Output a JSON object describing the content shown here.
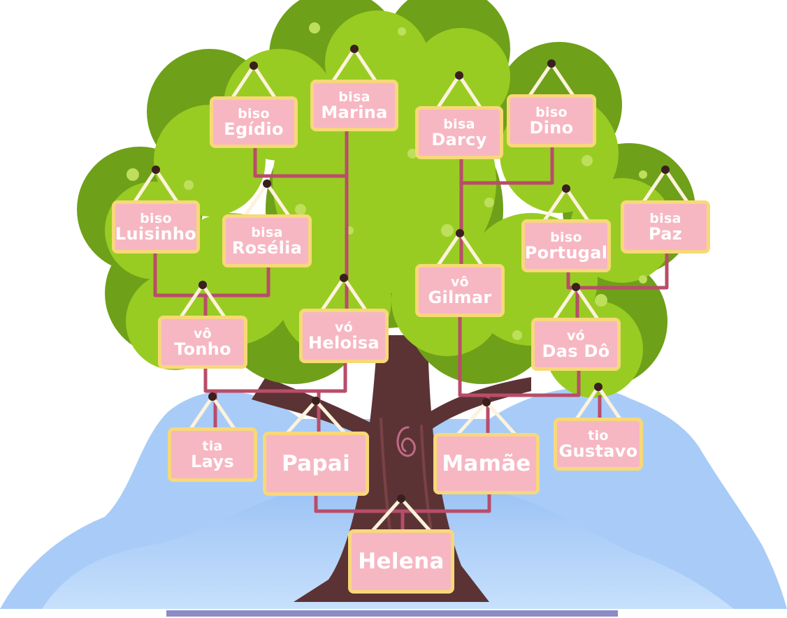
{
  "people": {
    "bisa_marina": {
      "rel": "bisa",
      "name": "Marina"
    },
    "biso_egidio": {
      "rel": "biso",
      "name": "Egídio"
    },
    "bisa_darcy": {
      "rel": "bisa",
      "name": "Darcy"
    },
    "biso_dino": {
      "rel": "biso",
      "name": "Dino"
    },
    "biso_luisinho": {
      "rel": "biso",
      "name": "Luisinho"
    },
    "bisa_roselia": {
      "rel": "bisa",
      "name": "Rosélia"
    },
    "biso_portugal": {
      "rel": "biso",
      "name": "Portugal"
    },
    "bisa_paz": {
      "rel": "bisa",
      "name": "Paz"
    },
    "vo_tonho": {
      "rel": "vô",
      "name": "Tonho"
    },
    "vo_heloisa": {
      "rel": "vó",
      "name": "Heloisa"
    },
    "vo_gilmar": {
      "rel": "vô",
      "name": "Gilmar"
    },
    "vo_das_do": {
      "rel": "vó",
      "name": "Das Dô"
    },
    "tia_lays": {
      "rel": "tia",
      "name": "Lays"
    },
    "papai": {
      "name": "Papai"
    },
    "mamae": {
      "name": "Mamãe"
    },
    "tio_gustavo": {
      "rel": "tio",
      "name": "Gustavo"
    },
    "helena": {
      "name": "Helena"
    }
  },
  "colors": {
    "sign_fill": "#f6b7c2",
    "sign_border": "#f7d879",
    "connector": "#b84d6a",
    "foliage_light": "#99cc22",
    "foliage_dark": "#6fa019",
    "trunk": "#5c3335",
    "hill": "#aed1f9"
  }
}
